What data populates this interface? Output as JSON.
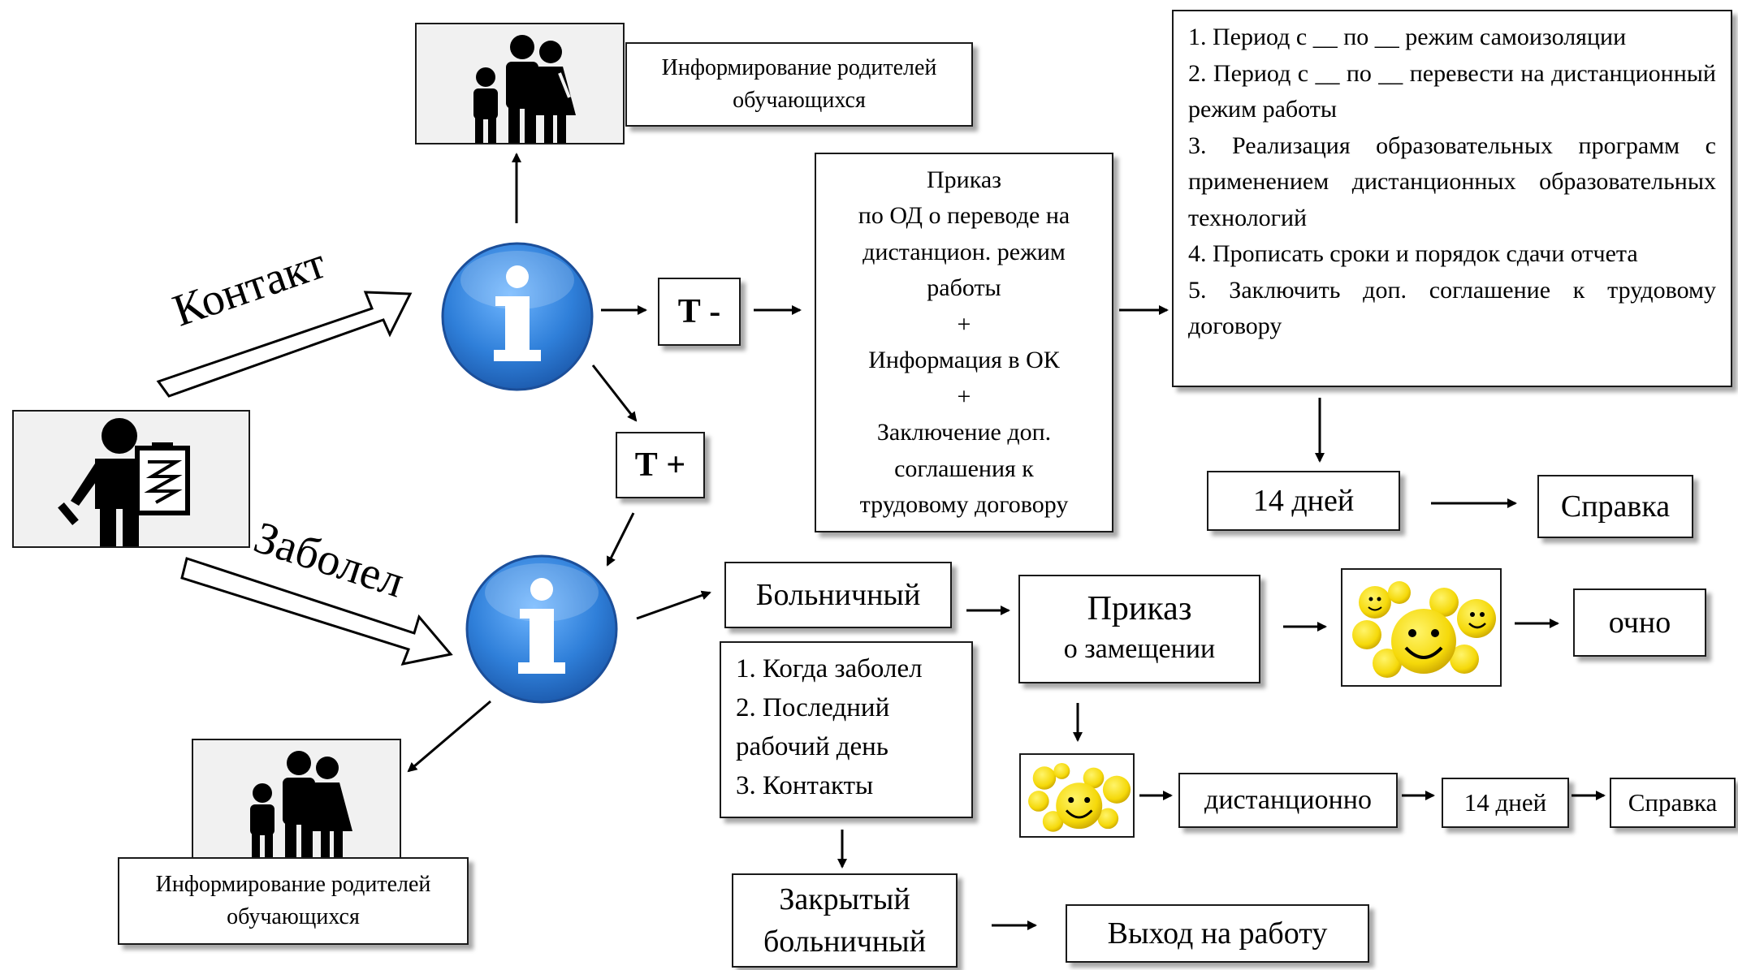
{
  "labels": {
    "contact": "Контакт",
    "sick": "Заболел"
  },
  "info_parents_top": "Информирование родителей обучающихся",
  "info_parents_bottom": "Информирование родителей обучающихся",
  "t_minus": "Т -",
  "t_plus": "Т +",
  "order_box": {
    "lines": [
      "Приказ",
      "по ОД о переводе на",
      "дистанцион. режим",
      "работы",
      "+",
      "Информация в ОК",
      "+",
      "Заключение  доп.",
      "соглашения к",
      "трудовому договору"
    ]
  },
  "steps_box": {
    "items": [
      "1. Период с __ по __  режим самоизоляции",
      "2. Период с __ по __ перевести на дистанционный режим работы",
      "3. Реализация образовательных программ с применением дистанционных образовательных технологий",
      "4. Прописать сроки и порядок сдачи отчета",
      "5. Заключить доп. соглашение к трудовому договору"
    ]
  },
  "days14_top": "14 дней",
  "spravka_top": "Справка",
  "sick_leave": "Больничный",
  "sick_questions": [
    "1. Когда заболел",
    "2. Последний",
    "рабочий день",
    "3. Контакты"
  ],
  "order_replace": {
    "title": "Приказ",
    "subtitle": "о замещении"
  },
  "in_person": "очно",
  "remote": "дистанционно",
  "days14_bottom": "14 дней",
  "spravka_bottom": "Справка",
  "closed_sick_leave": [
    "Закрытый",
    "больничный"
  ],
  "return_to_work": "Выход на работу",
  "icons": {
    "info": "info-icon",
    "family": "family-icon",
    "teacher": "teacher-clipboard-icon",
    "smileys": "smiley-group-icon"
  },
  "colors": {
    "info_blue": "#2f7fd9",
    "smiley_yellow": "#f5d90a"
  }
}
